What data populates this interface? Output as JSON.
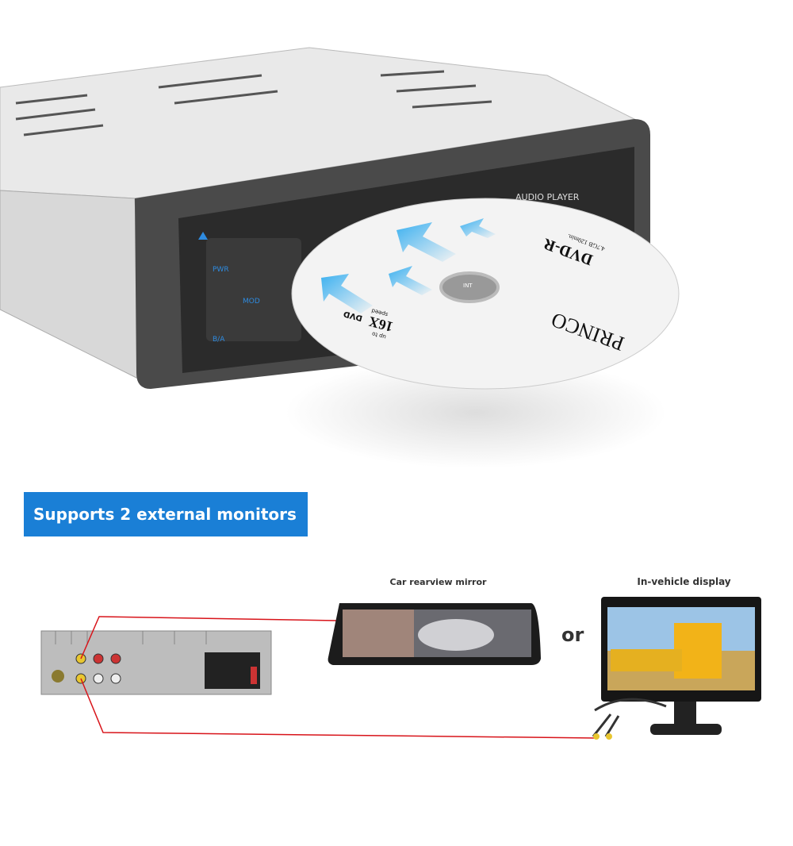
{
  "head_unit": {
    "panel_label": "AUDIO PLAYER",
    "buttons": {
      "power": "PWR",
      "mode": "MOD",
      "band": "B/A"
    },
    "disc": {
      "brand": "PRINCO",
      "format": "DVD-R",
      "capacity": "4.7GB 120min.",
      "speed": "16X",
      "speed_prefix": "up to",
      "speed_suffix": "speed",
      "logo": "DVD",
      "hub_label": "INT"
    },
    "arrow_color": "#3bb0f0"
  },
  "banner": {
    "text": "Supports 2 external monitors",
    "color": "#1a7fd6"
  },
  "connections": {
    "mirror_label": "Car rearview mirror",
    "or_label": "or",
    "display_label": "In-vehicle display",
    "wire_color": "#d8141a"
  }
}
